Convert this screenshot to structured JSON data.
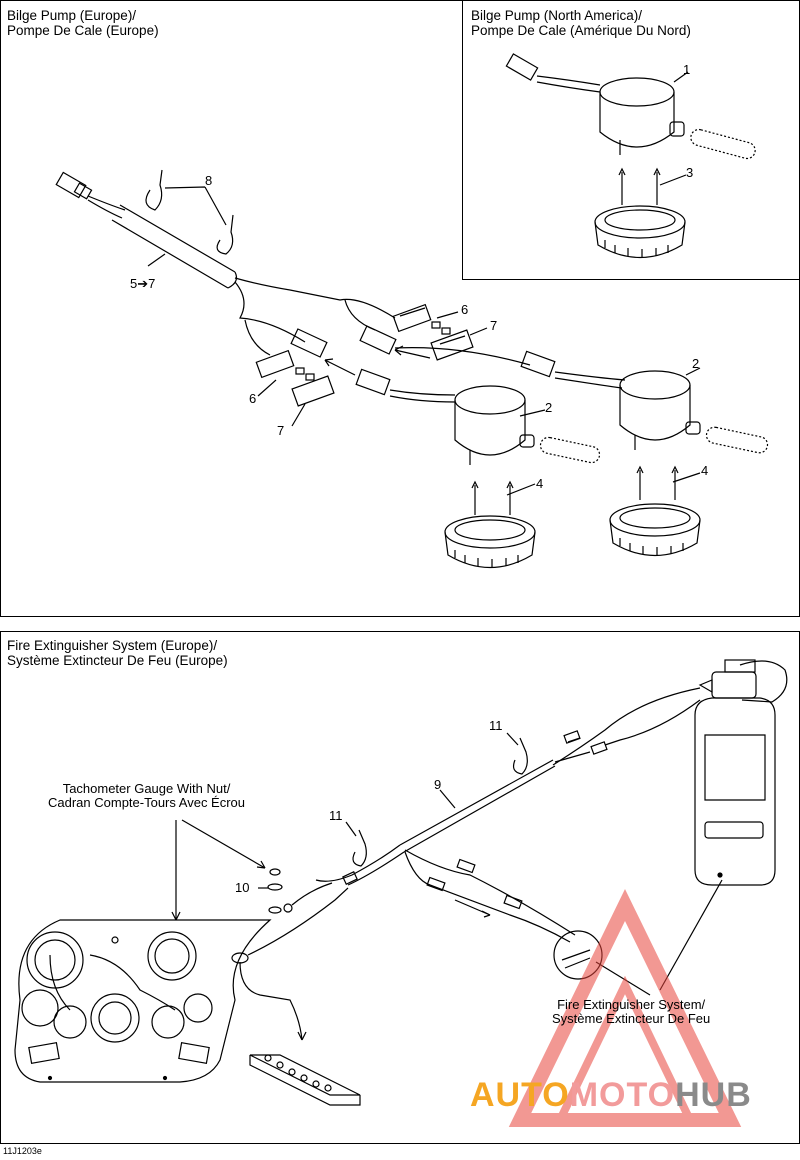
{
  "europe_bilge": {
    "title": "Bilge Pump (Europe)/\nPompe De Cale (Europe)"
  },
  "na_bilge": {
    "title": "Bilge Pump (North America)/\nPompe De Cale (Amérique Du Nord)"
  },
  "fire": {
    "title": "Fire Extinguisher System (Europe)/\nSystème Extincteur De Feu (Europe)",
    "tach_label": "Tachometer Gauge With Nut/\nCadran Compte-Tours Avec Écrou",
    "ext_label": "Fire Extinguisher System/\nSystème Extincteur De Feu"
  },
  "callouts": {
    "c1": "1",
    "c2a": "2",
    "c2b": "2",
    "c3": "3",
    "c4a": "4",
    "c4b": "4",
    "c5": "5➔7",
    "c6a": "6",
    "c6b": "6",
    "c7a": "7",
    "c7b": "7",
    "c8": "8",
    "c9": "9",
    "c10": "10",
    "c11a": "11",
    "c11b": "11"
  },
  "figure_id": "11J1203e",
  "watermark": {
    "part1": "AUTO",
    "part2": "MOTO",
    "part3": "HUB"
  },
  "colors": {
    "line": "#000000",
    "watermark_orange": "#f5a623",
    "watermark_pink": "#f29b9b",
    "watermark_grey": "#8a8a8a",
    "watermark_triangle": "#e8453c"
  }
}
